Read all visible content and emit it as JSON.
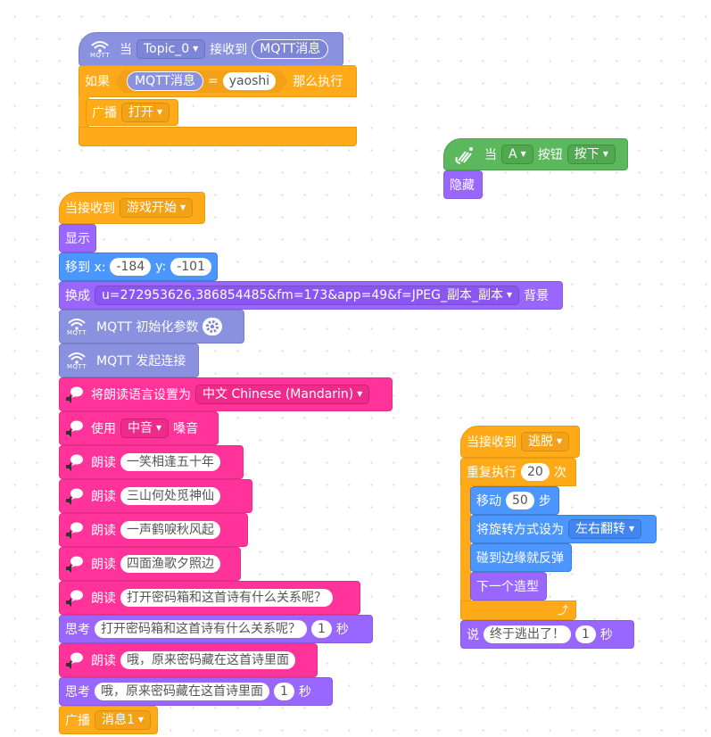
{
  "colors": {
    "events": "#FFAB19",
    "mqtt": "#8A92E0",
    "looks": "#9966FF",
    "motion": "#4C97FF",
    "tts": "#FF3399",
    "hardware": "#5CB85C"
  },
  "script1": {
    "hat_when": "当",
    "topic": "Topic_0",
    "received": "接收到",
    "message_rep": "MQTT消息",
    "if_label": "如果",
    "cond_left": "MQTT消息",
    "cond_op": "=",
    "cond_right": "yaoshi",
    "then_label": "那么执行",
    "broadcast_label": "广播",
    "broadcast_msg": "打开",
    "mqtt_icon_text": "MQTT"
  },
  "script2": {
    "when": "当",
    "key": "A",
    "button_label": "按钮",
    "state": "按下",
    "hide": "隐藏"
  },
  "script3": {
    "when_receive": "当接收到",
    "event": "游戏开始",
    "show": "显示",
    "goto_label": "移到 x:",
    "x_value": "-184",
    "y_label": "y:",
    "y_value": "-101",
    "switch_label": "换成",
    "backdrop": "u=272953626,386854485&fm=173&app=49&f=JPEG_副本_副本",
    "backdrop_suffix": "背景",
    "mqtt_init": "MQTT 初始化参数",
    "mqtt_connect": "MQTT 发起连接",
    "set_lang_label": "将朗读语言设置为",
    "language": "中文 Chinese (Mandarin)",
    "use_label": "使用",
    "voice": "中音",
    "voice_suffix": "嗓音",
    "speak_label": "朗读",
    "speak1": "一笑相逢五十年",
    "speak2": "三山何处觅神仙",
    "speak3": "一声鹤唳秋风起",
    "speak4": "四面渔歌夕照边",
    "speak5": "打开密码箱和这首诗有什么关系呢？",
    "think_label": "思考",
    "think1": "打开密码箱和这首诗有什么关系呢？",
    "think1_secs": "1",
    "secs_label": "秒",
    "speak6": "哦，原来密码藏在这首诗里面",
    "think2": "哦，原来密码藏在这首诗里面",
    "think2_secs": "1",
    "broadcast_label": "广播",
    "broadcast_msg": "消息1"
  },
  "script4": {
    "when_receive": "当接收到",
    "event": "逃脱",
    "repeat_label": "重复执行",
    "repeat_count": "20",
    "times_label": "次",
    "move_label": "移动",
    "move_steps": "50",
    "steps_label": "步",
    "rot_label": "将旋转方式设为",
    "rot_style": "左右翻转",
    "bounce": "碰到边缘就反弹",
    "next_costume": "下一个造型",
    "say_label": "说",
    "say_text": "终于逃出了！",
    "say_secs": "1",
    "secs_label": "秒"
  }
}
